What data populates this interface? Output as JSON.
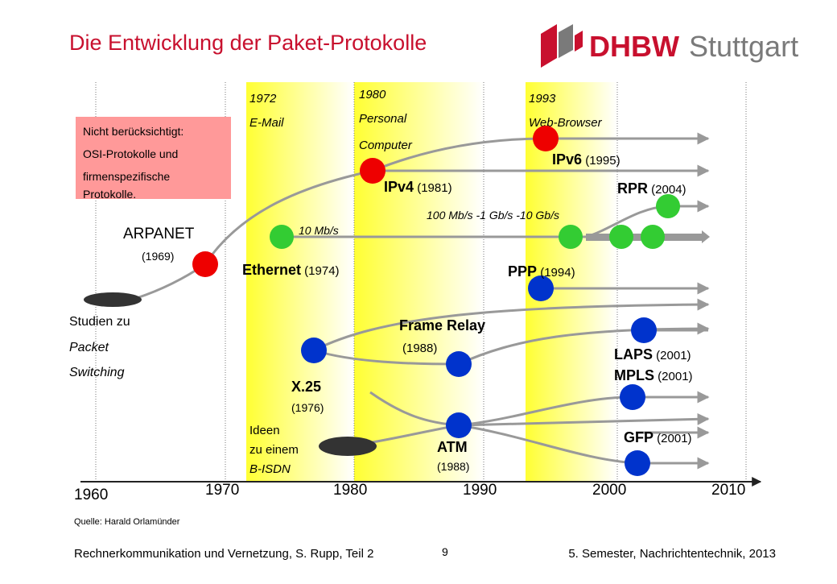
{
  "slide": {
    "title": "Die Entwicklung der Paket-Protokolle",
    "logo": {
      "brand": "DHBW",
      "city": "Stuttgart"
    },
    "source": "Quelle: Harald Orlamünder",
    "footer_left": "Rechnerkommunikation und Vernetzung, S. Rupp, Teil 2",
    "page_number": "9",
    "footer_right": "5. Semester, Nachrichtentechnik, 2013"
  },
  "colors": {
    "title": "#c8102e",
    "band_yellow": "#ffff33",
    "red_node": "#ee0000",
    "green_node": "#33cc33",
    "blue_node": "#0033cc",
    "note_box": "#ff9999",
    "line_gray": "#999999"
  },
  "axis": {
    "years": [
      "1960",
      "1970",
      "1980",
      "1990",
      "2000",
      "2010"
    ]
  },
  "eras": {
    "e1972": {
      "year": "1972",
      "label": "E-Mail"
    },
    "e1980": {
      "year": "1980",
      "label_1": "Personal",
      "label_2": "Computer"
    },
    "e1993": {
      "year": "1993",
      "label": "Web-Browser"
    }
  },
  "note": {
    "line_1": "Nicht berücksichtigt:",
    "line_2": "OSI-Protokolle und",
    "line_3": "firmenspezifische",
    "line_4": "Protokolle."
  },
  "labels": {
    "studien_1": "Studien zu",
    "studien_2": "Packet",
    "studien_3": "Switching",
    "arpanet": "ARPANET",
    "arpanet_year": "(1969)",
    "ethernet": "Ethernet",
    "ethernet_year": " (1974)",
    "mbps10": "10 Mb/s",
    "ipv4": "IPv4",
    "ipv4_year": " (1981)",
    "ipv6": "IPv6",
    "ipv6_year": " (1995)",
    "speeds": "100 Mb/s -1 Gb/s -10 Gb/s",
    "rpr": "RPR",
    "rpr_year": " (2004)",
    "ppp": "PPP",
    "ppp_year": " (1994)",
    "frame_relay": "Frame Relay",
    "frame_relay_year": "(1988)",
    "x25": "X.25",
    "x25_year": "(1976)",
    "laps": "LAPS",
    "laps_year": " (2001)",
    "mpls": "MPLS",
    "mpls_year": " (2001)",
    "ideen_1": "Ideen",
    "ideen_2": "zu einem",
    "ideen_3": "B-ISDN",
    "atm": "ATM",
    "atm_year": "(1988)",
    "gfp": "GFP",
    "gfp_year": " (2001)"
  }
}
